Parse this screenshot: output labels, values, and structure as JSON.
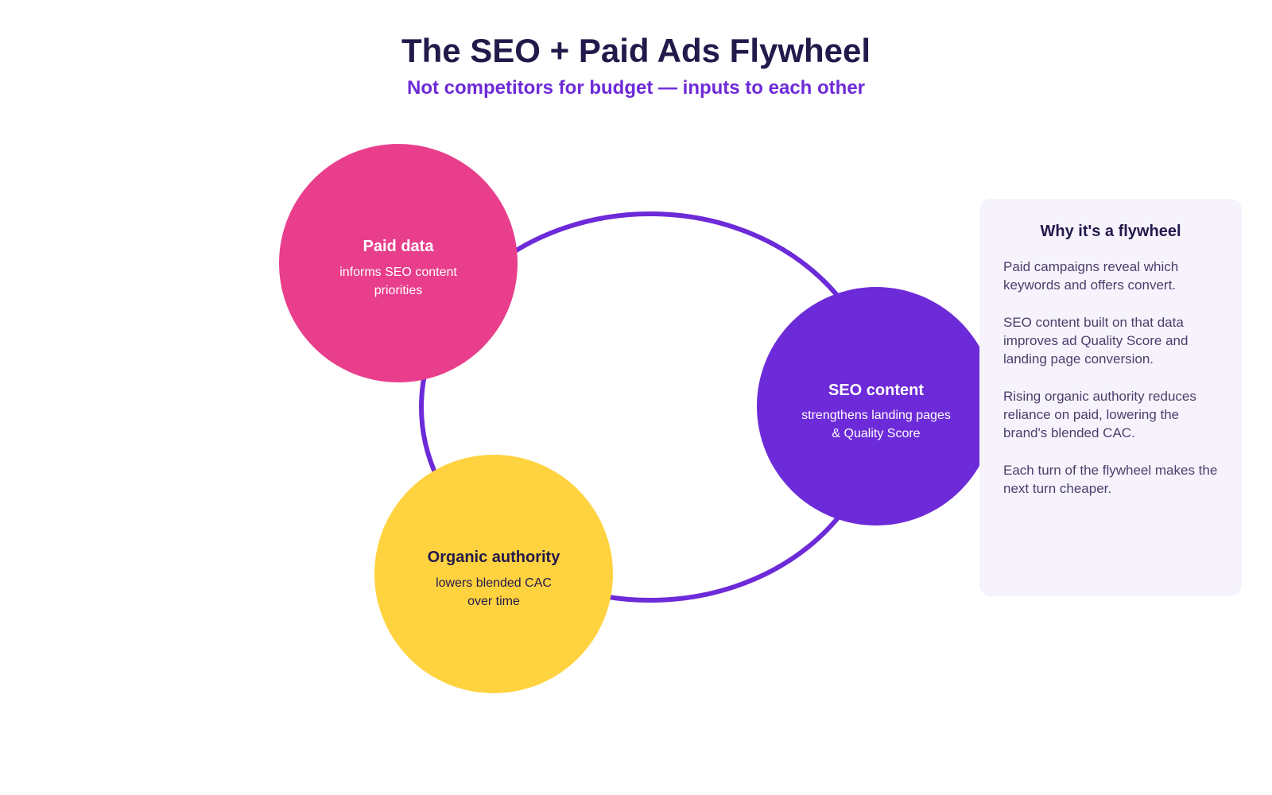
{
  "header": {
    "title": "The SEO + Paid Ads Flywheel",
    "subtitle": "Not competitors for budget — inputs to each other"
  },
  "colors": {
    "ring": "#6d2ad8",
    "paid": "#e83e8c",
    "seo": "#6d2ad8",
    "organic": "#ffd23f",
    "dark_text": "#24194b"
  },
  "nodes": [
    {
      "id": "paid",
      "title": "Paid data",
      "lines": [
        "informs SEO content",
        "priorities"
      ]
    },
    {
      "id": "seo",
      "title": "SEO content",
      "lines": [
        "strengthens landing pages",
        "& Quality Score"
      ]
    },
    {
      "id": "organic",
      "title": "Organic authority",
      "lines": [
        "lowers blended CAC",
        "over time"
      ]
    }
  ],
  "panel": {
    "title": "Why it's a flywheel",
    "paragraphs": [
      "Paid campaigns reveal which keywords and offers convert.",
      "SEO content built on that data improves ad Quality Score and landing page conversion.",
      "Rising organic authority reduces reliance on paid, lowering the brand's blended CAC.",
      "Each turn of the flywheel makes the next turn cheaper."
    ]
  }
}
